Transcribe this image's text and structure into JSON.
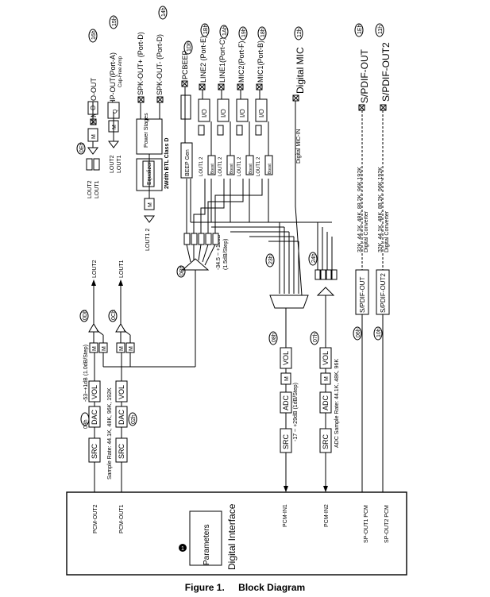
{
  "figure": {
    "number": "Figure 1.",
    "title": "Block Diagram"
  },
  "digital_interface": {
    "label": "Digital Interface",
    "params_label": "Parameters",
    "params_badge": "1"
  },
  "pins": [
    {
      "label": "MONO-OUT",
      "node": "16h"
    },
    {
      "label": "HP-OUT(Port-A)",
      "node": "15h",
      "sub": "Cap-Free Amp"
    },
    {
      "label": "SPK-OUT+ (Port-D)",
      "node": "14h"
    },
    {
      "label": "SPK-OUT- (Port-D)"
    },
    {
      "label": "PCBEEP",
      "node": "1Dh"
    },
    {
      "label": "LINE2 (Port-E)",
      "node": "1Bh"
    },
    {
      "label": "LINE1(Port-C)",
      "node": "1Ah"
    },
    {
      "label": "MIC2(Port-F)",
      "node": "19h"
    },
    {
      "label": "MIC1(Port-B)",
      "node": "18h"
    },
    {
      "label": "Digital MIC",
      "node": "12h"
    },
    {
      "label": "S/PDIF-OUT",
      "node": "1Eh"
    },
    {
      "label": "S/PDIF-OUT2",
      "node": "11h"
    }
  ],
  "nodes": {
    "n0Eh": "0Eh",
    "n0Ch": "0Ch",
    "n0Dh": "0Dh",
    "n0Bh": "0Bh",
    "n23h": "23h",
    "n24h": "24h",
    "n08h": "08h",
    "n07h": "07h",
    "n03h": "03h",
    "n02h": "02h",
    "n06h": "06h",
    "n10h": "10h"
  },
  "blocks": {
    "src": "SRC",
    "dac": "DAC",
    "vol": "VOL",
    "adc": "ADC",
    "m": "M",
    "o": "O",
    "io": "I/O",
    "beep_gen": "BEEP Gen",
    "power_stages": "Power Stages",
    "equalizer": "Equalizer",
    "btl": "2Wdth BTL Class D",
    "spdif_out": "S/PDIF-OUT",
    "spdif_out2": "S/PDIF-OUT2",
    "boost": "Boost",
    "qhp": "Q",
    "qhp_sub": "HP"
  },
  "signals": {
    "pcm_out2": "PCM-OUT2",
    "pcm_out1": "PCM-OUT1",
    "pcm_in1": "PCM-IN1",
    "pcm_in2": "PCM-IN2",
    "sp_out1": "SP-OUT1 PCM",
    "sp_out2": "SP-OUT2 PCM",
    "lout2": "LOUT2",
    "lout1": "LOUT1",
    "lout1_2": "LOUT1 2",
    "lout1_2b": "LOUT1 2",
    "lout1_2c": "LOUT1 2",
    "lout1_2d": "LOUT1 2",
    "lout2_mid": "LOUT2",
    "lout1_mid": "LOUT1",
    "lout2_left": "LOUT2",
    "lout1_left": "LOUT1",
    "digital_mic_in": "Digital MIC-IN"
  },
  "annotations": {
    "dac_gain": "-53~+1dB (1.0dB/Step)",
    "dac_rate": "Sample Rate: 44.1K, 48K, 96K, 192K",
    "mix_gain": "-34.5 ~ +12dB",
    "mix_gain_step": "(1.5dB/Step)",
    "adc_gain": "-17 ~ +29dB (1dB/Step)",
    "adc_rate": "ADC Sample Rate: 44.1K, 48K, 96K",
    "spdif_rate1": "32K, 44.1K, 48K, 88.2K, 96K,192K",
    "spdif_conv1": "Digital Converter",
    "spdif_rate2": "32K, 44.1K, 48K, 88.2K, 96K,192K",
    "spdif_conv2": "Digital Converter"
  }
}
